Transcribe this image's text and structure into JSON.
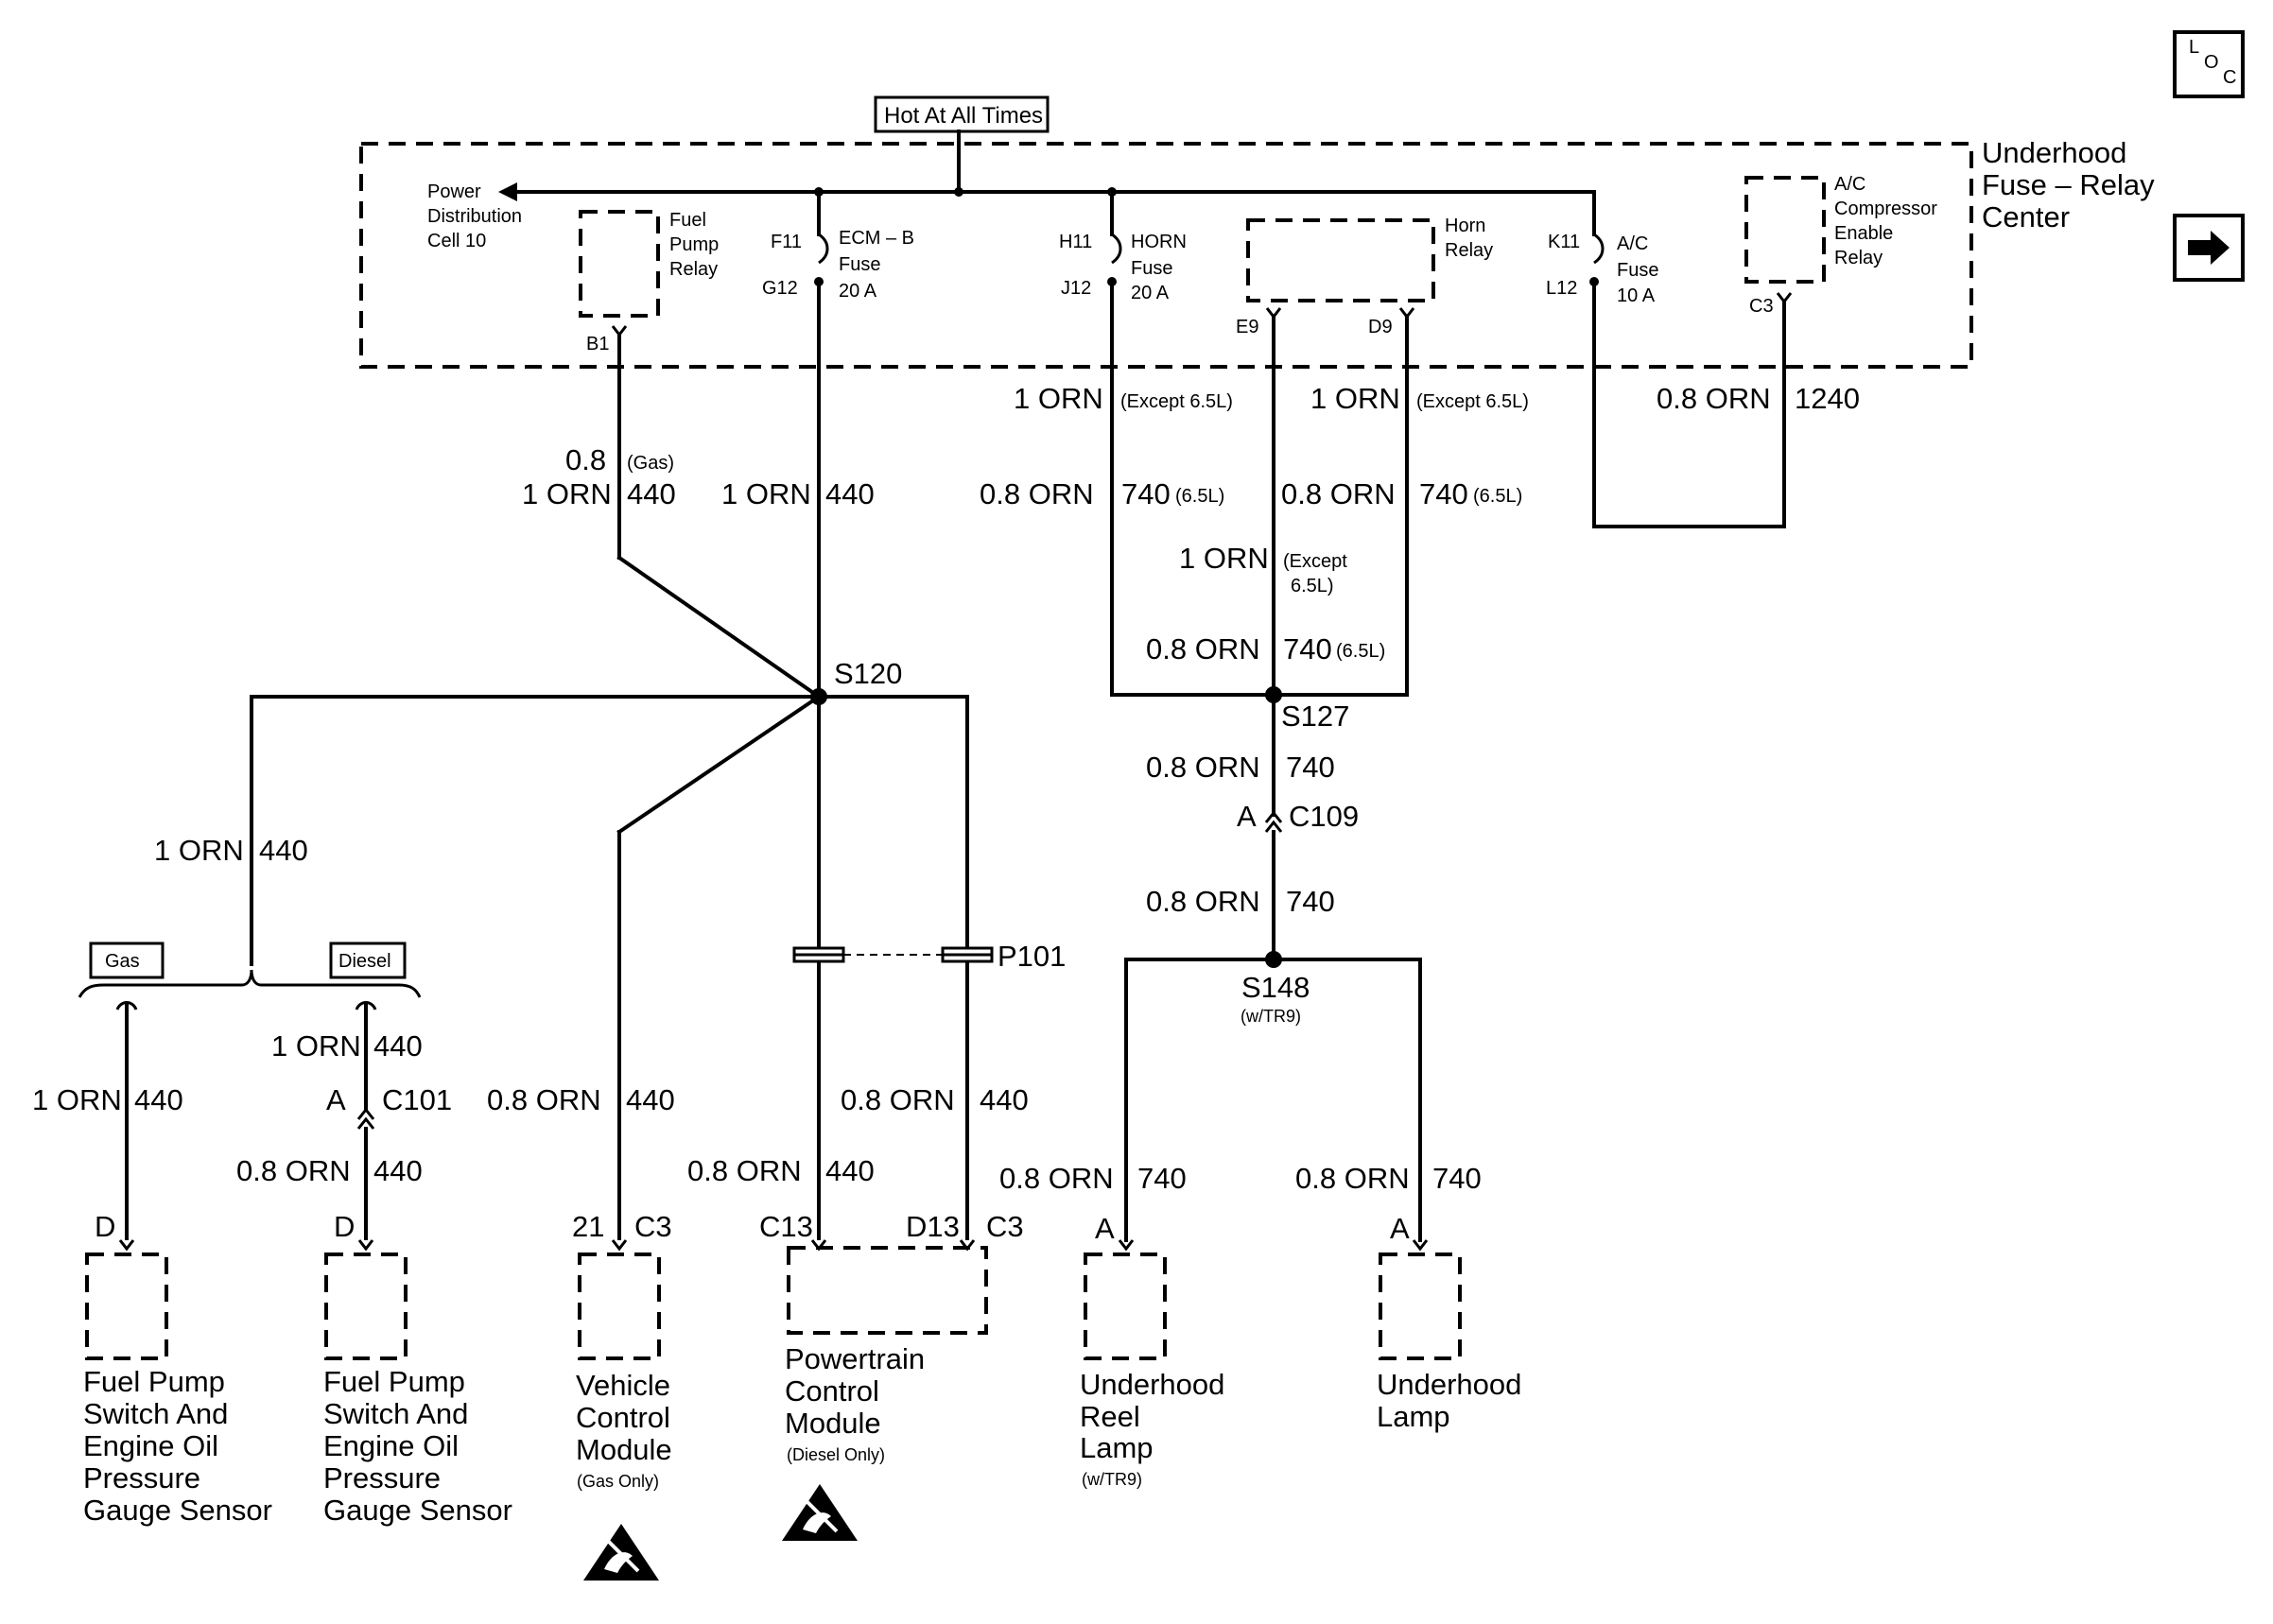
{
  "hot_label": "Hot At All Times",
  "center": {
    "line1": "Underhood",
    "line2": "Fuse – Relay",
    "line3": "Center"
  },
  "pdc": {
    "l1": "Power",
    "l2": "Distribution",
    "l3": "Cell 10"
  },
  "fuel_relay": {
    "l1": "Fuel",
    "l2": "Pump",
    "l3": "Relay",
    "pin": "B1"
  },
  "ecm_fuse": {
    "top": "F11",
    "bot": "G12",
    "l1": "ECM – B",
    "l2": "Fuse",
    "l3": "20 A"
  },
  "horn_fuse": {
    "top": "H11",
    "bot": "J12",
    "l1": "HORN",
    "l2": "Fuse",
    "l3": "20 A"
  },
  "horn_relay": {
    "l1": "Horn",
    "l2": "Relay",
    "pin_l": "E9",
    "pin_r": "D9"
  },
  "ac_fuse": {
    "top": "K11",
    "bot": "L12",
    "l1": "A/C",
    "l2": "Fuse",
    "l3": "10 A"
  },
  "ac_relay": {
    "l1": "A/C",
    "l2": "Compressor",
    "l3": "Enable",
    "l4": "Relay",
    "pin": "C3"
  },
  "wires": {
    "b1_size": "0.8",
    "b1_gas": "(Gas)",
    "b1_main": "1 ORN",
    "b1_num": "440",
    "ecm_main": "1 ORN",
    "ecm_num": "440",
    "horn_a_main": "1 ORN",
    "horn_a_note": "(Except 6.5L)",
    "horn_b_main": "0.8 ORN",
    "horn_b_num": "740",
    "horn_b_note": "(6.5L)",
    "e9_main": "1 ORN",
    "e9_note": "(Except 6.5L)",
    "e9b_main": "0.8 ORN",
    "e9b_num": "740",
    "e9b_note": "(6.5L)",
    "mid_main": "1 ORN",
    "mid_note1": "(Except",
    "mid_note2": "6.5L)",
    "mid2_main": "0.8 ORN",
    "mid2_num": "740",
    "mid2_note": "(6.5L)",
    "ac_main": "0.8 ORN",
    "ac_num": "1240",
    "s127_main": "0.8 ORN",
    "s127_num": "740",
    "c109_main": "0.8 ORN",
    "c109_num": "740",
    "left_main": "1 ORN",
    "left_num": "440",
    "gas_main": "1 ORN",
    "gas_num": "440",
    "dsl_top_main": "1 ORN",
    "dsl_top_num": "440",
    "dsl_bot_main": "0.8 ORN",
    "dsl_bot_num": "440",
    "vcm_main": "0.8 ORN",
    "vcm_num": "440",
    "pcm_l_main": "0.8 ORN",
    "pcm_l_num": "440",
    "pcm_r_main": "0.8 ORN",
    "pcm_r_num": "440",
    "reel_main": "0.8 ORN",
    "reel_num": "740",
    "lamp_main": "0.8 ORN",
    "lamp_num": "740"
  },
  "splices": {
    "s120": "S120",
    "s127": "S127",
    "s148": "S148",
    "s148_note": "(w/TR9)",
    "p101": "P101"
  },
  "connectors": {
    "c109": "C109",
    "c109_pin": "A",
    "c101": "C101",
    "c101_pin": "A",
    "gas_pin": "D",
    "dsl_pin": "D",
    "vcm_pin": "21",
    "vcm_conn": "C3",
    "pcm_pin_l": "C13",
    "pcm_pin_r": "D13",
    "pcm_conn": "C3",
    "reel_pin": "A",
    "lamp_pin": "A"
  },
  "option_tags": {
    "gas": "Gas",
    "diesel": "Diesel"
  },
  "components": {
    "fp_gas": [
      "Fuel Pump",
      "Switch And",
      "Engine Oil",
      "Pressure",
      "Gauge Sensor"
    ],
    "fp_diesel": [
      "Fuel Pump",
      "Switch And",
      "Engine Oil",
      "Pressure",
      "Gauge Sensor"
    ],
    "vcm": [
      "Vehicle",
      "Control",
      "Module"
    ],
    "vcm_note": "(Gas Only)",
    "pcm": [
      "Powertrain",
      "Control",
      "Module"
    ],
    "pcm_note": "(Diesel Only)",
    "reel": [
      "Underhood",
      "Reel",
      "Lamp"
    ],
    "reel_note": "(w/TR9)",
    "lamp": [
      "Underhood",
      "Lamp"
    ]
  },
  "icons": [
    "loc-icon",
    "next-arrow-icon",
    "esd-warning-icon"
  ]
}
